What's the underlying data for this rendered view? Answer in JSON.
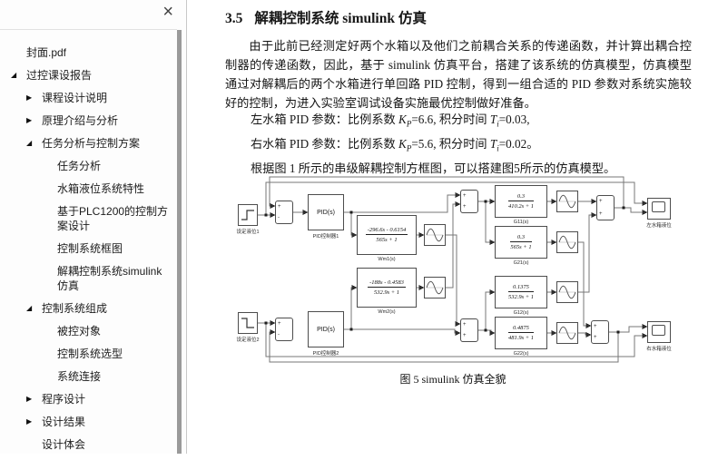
{
  "icons": {
    "close": "×",
    "expanded": "◢",
    "collapsed": "▶"
  },
  "sidebar": {
    "items": [
      {
        "label": "封面.pdf"
      },
      {
        "label": "过控课设报告"
      },
      {
        "label": "课程设计说明"
      },
      {
        "label": "原理介绍与分析"
      },
      {
        "label": "任务分析与控制方案"
      },
      {
        "label": "任务分析"
      },
      {
        "label": "水箱液位系统特性"
      },
      {
        "label": "基于PLC1200的控制方案设计"
      },
      {
        "label": "控制系统框图"
      },
      {
        "label": "解耦控制系统simulink 仿真"
      },
      {
        "label": "控制系统组成"
      },
      {
        "label": "被控对象"
      },
      {
        "label": "控制系统选型"
      },
      {
        "label": "系统连接"
      },
      {
        "label": "程序设计"
      },
      {
        "label": "设计结果"
      },
      {
        "label": "设计体会"
      }
    ]
  },
  "content": {
    "heading_num": "3.5",
    "heading_title": "解耦控制系统 simulink 仿真",
    "paragraph": "由于此前已经测定好两个水箱以及他们之前耦合关系的传递函数，并计算出耦合控制器的传递函数，因此，基于 simulink 仿真平台，搭建了该系统的仿真模型，仿真模型通过对解耦后的两个水箱进行单回路 PID 控制，得到一组合适的 PID 参数对系统实施较好的控制，为进入实验室调试设备实施最优控制做好准备。",
    "sym_k": "K",
    "sub_p": "P",
    "sym_t": "T",
    "sub_i": "i",
    "pid_lines": [
      {
        "prefix": "左水箱 PID 参数：比例系数 ",
        "kval": "=6.6,",
        "mid": " 积分时间 ",
        "tval": "=0.03,"
      },
      {
        "prefix": "右水箱 PID 参数：比例系数 ",
        "kval": "=5.6,",
        "mid": " 积分时间 ",
        "tval": "=0.02。"
      }
    ],
    "closing_line": "根据图 1 所示的串级解耦控制方框图，可以搭建图5所示的仿真模型。",
    "figure_caption": "图 5 simulink 仿真全貌"
  },
  "diagram": {
    "sum_plus": "+",
    "sum_minus": "-",
    "step1_label": "设定液位1",
    "step2_label": "设定液位2",
    "pid_text": "PID(s)",
    "pid1_label": "PID控制器1",
    "pid2_label": "PID控制器2",
    "wm1": {
      "num": "-296.6s - 0.6154",
      "den": "565s + 1",
      "label": "Wm1(s)"
    },
    "wm2": {
      "num": "-188s - 0.4583",
      "den": "532.9s + 1",
      "label": "Wm2(s)"
    },
    "g11": {
      "num": "0.3",
      "den": "410.2s + 1",
      "label": "G11(s)"
    },
    "g21": {
      "num": "0.3",
      "den": "565s + 1",
      "label": "G21(s)"
    },
    "g12": {
      "num": "0.1375",
      "den": "532.9s + 1",
      "label": "G12(s)"
    },
    "g22": {
      "num": "0.4875",
      "den": "481.9s + 1",
      "label": "G22(s)"
    },
    "scope1_label": "左水箱液位",
    "scope2_label": "右水箱液位"
  }
}
